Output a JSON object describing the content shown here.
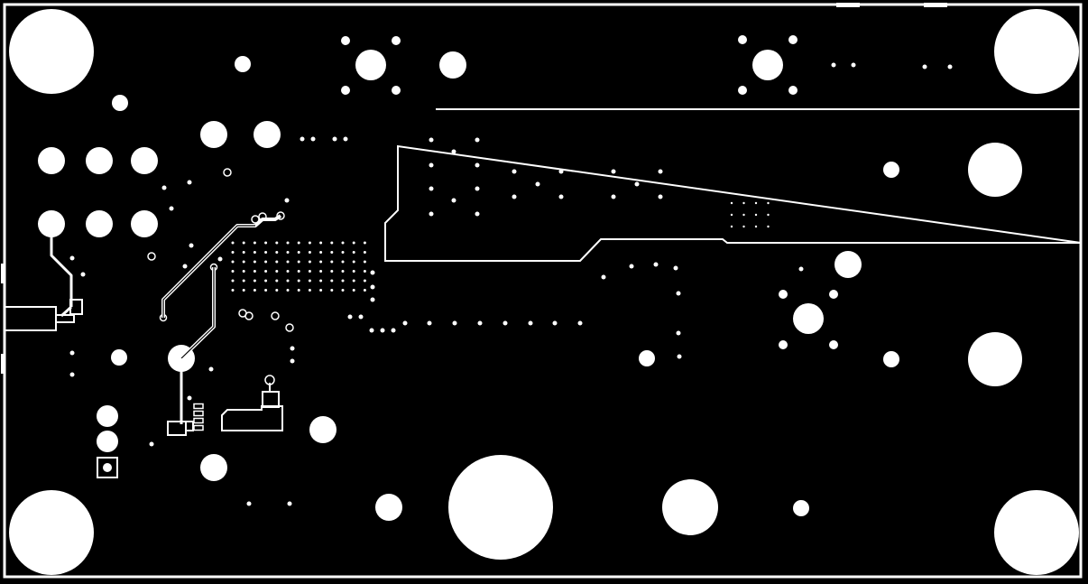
{
  "view": {
    "kind": "pcb-bottom-copper-layer",
    "background_color": "#000000",
    "copper_color": "#ffffff"
  },
  "board": {
    "outline": "rectangle",
    "mounting_holes": 6,
    "text_labels": []
  }
}
